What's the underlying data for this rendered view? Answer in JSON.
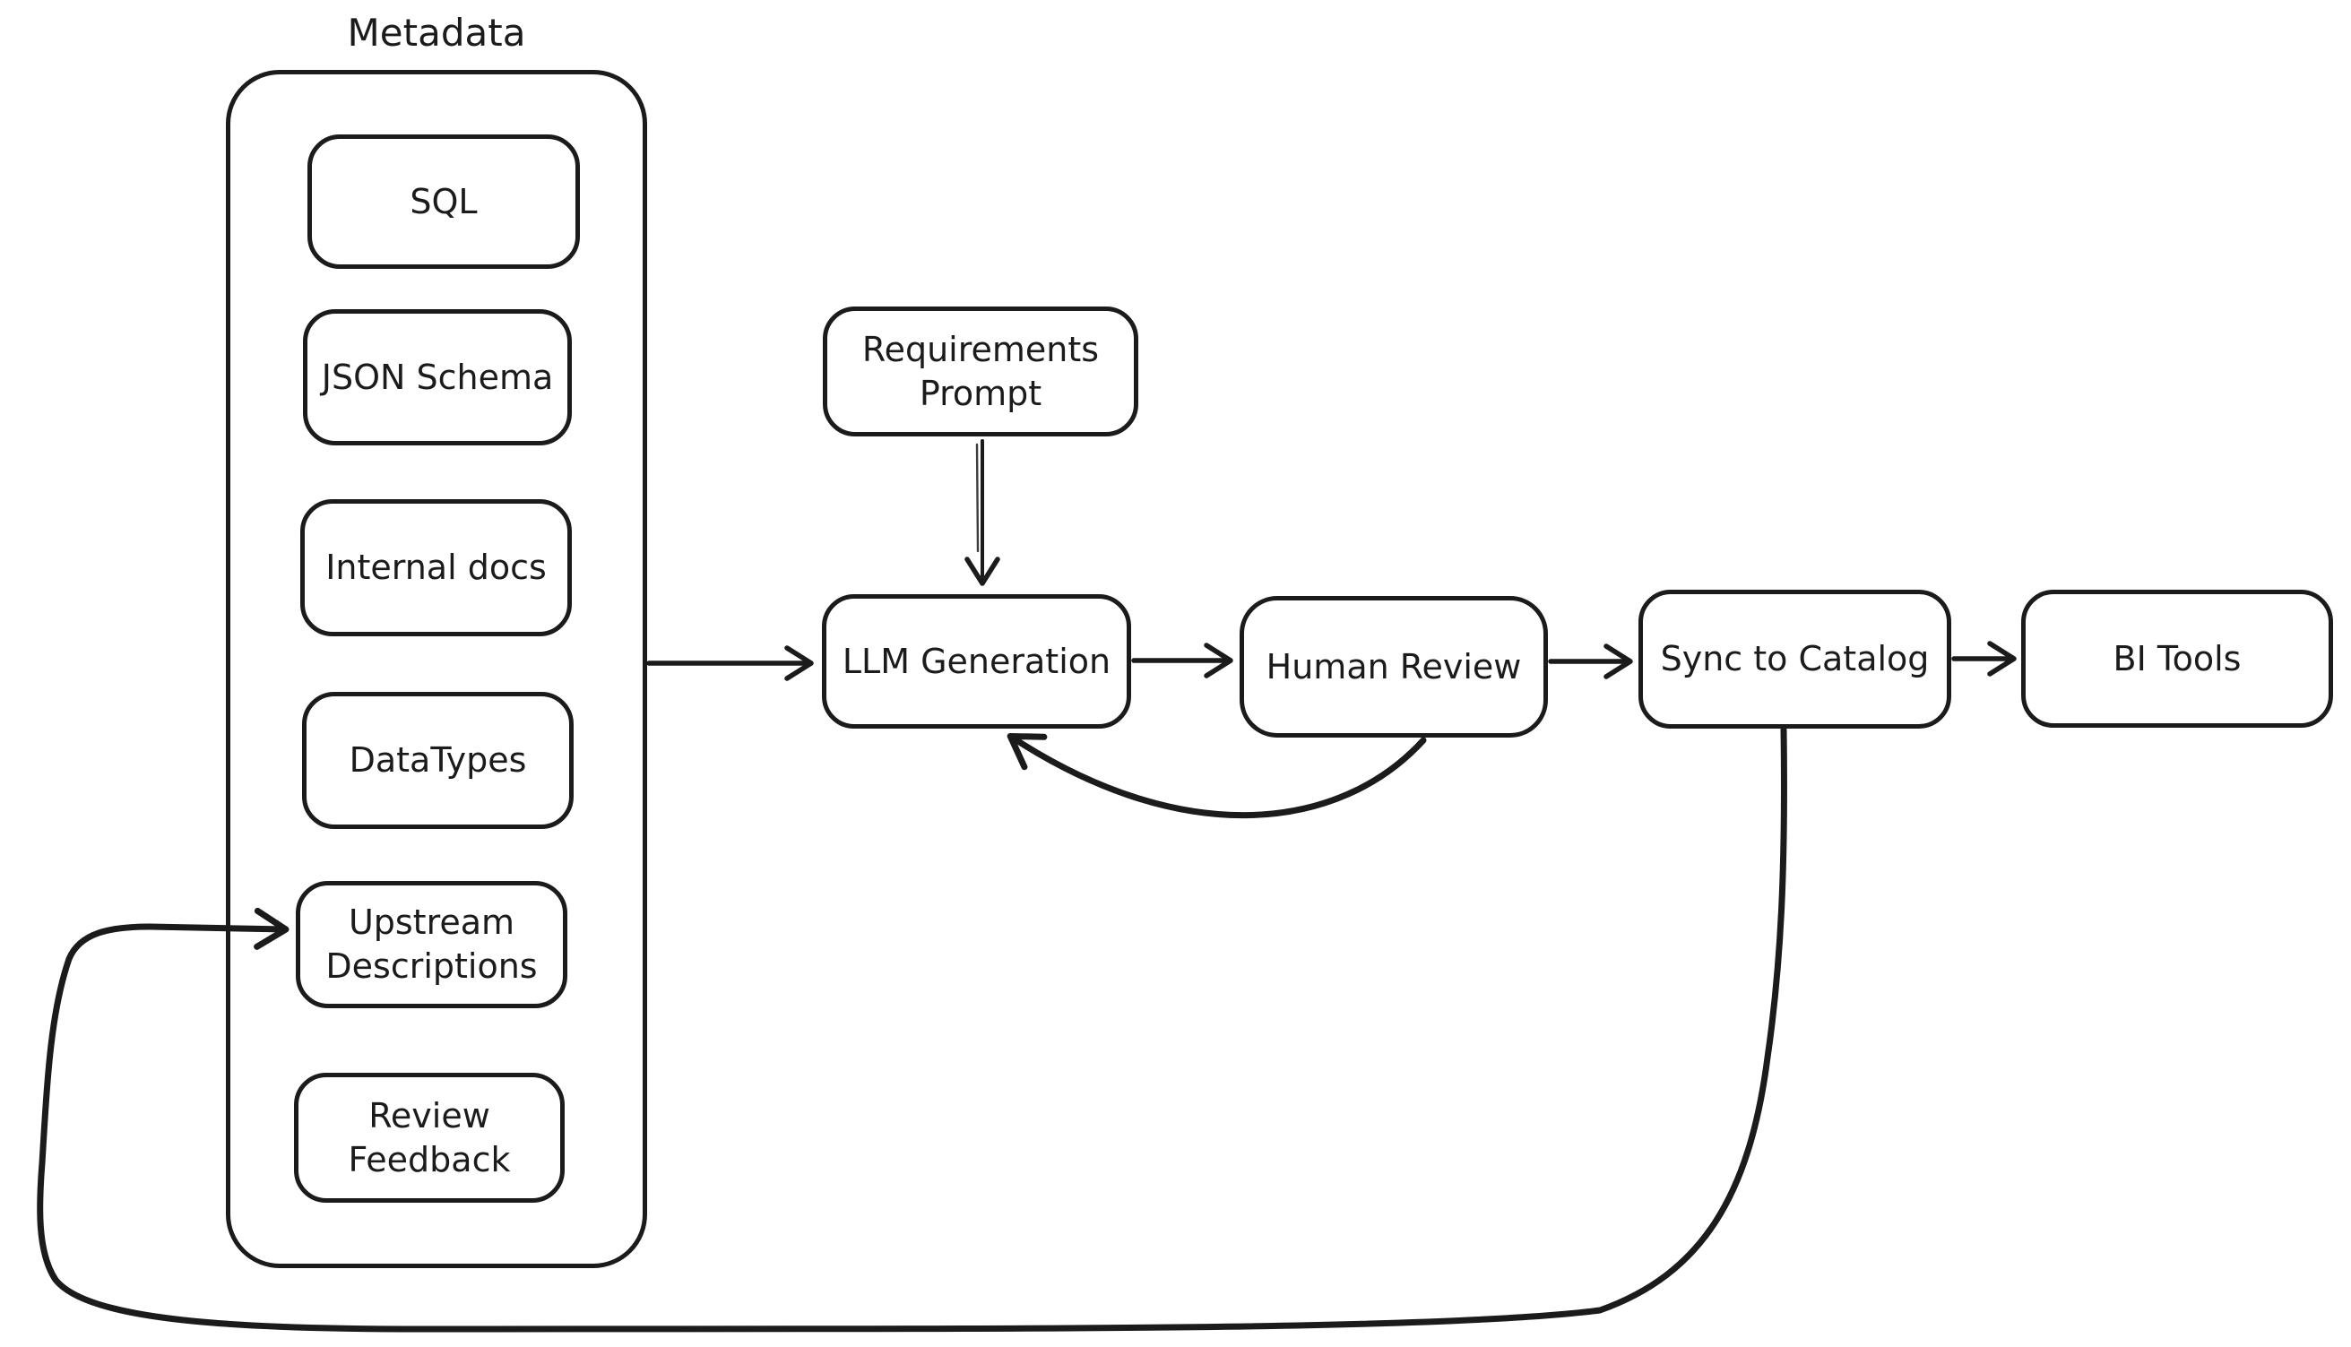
{
  "colors": {
    "background": "#ffffff",
    "ink": "#1b1b1b"
  },
  "metadata_group": {
    "title": "Metadata",
    "items": [
      {
        "label": "SQL"
      },
      {
        "label": "JSON Schema"
      },
      {
        "label": "Internal docs"
      },
      {
        "label": "DataTypes"
      },
      {
        "label": "Upstream Descriptions"
      },
      {
        "label": "Review Feedback"
      }
    ]
  },
  "nodes": {
    "requirements_prompt": {
      "label": "Requirements Prompt"
    },
    "llm_generation": {
      "label": "LLM Generation"
    },
    "human_review": {
      "label": "Human Review"
    },
    "sync_to_catalog": {
      "label": "Sync to Catalog"
    },
    "bi_tools": {
      "label": "BI Tools"
    }
  },
  "edges": [
    {
      "from": "metadata-group",
      "to": "llm-generation",
      "style": "straight"
    },
    {
      "from": "requirements-prompt",
      "to": "llm-generation",
      "style": "straight"
    },
    {
      "from": "llm-generation",
      "to": "human-review",
      "style": "straight"
    },
    {
      "from": "human-review",
      "to": "sync-to-catalog",
      "style": "straight"
    },
    {
      "from": "sync-to-catalog",
      "to": "bi-tools",
      "style": "straight"
    },
    {
      "from": "human-review",
      "to": "llm-generation",
      "style": "curved-feedback"
    },
    {
      "from": "sync-to-catalog",
      "to": "upstream-descriptions",
      "style": "long-loop"
    }
  ]
}
